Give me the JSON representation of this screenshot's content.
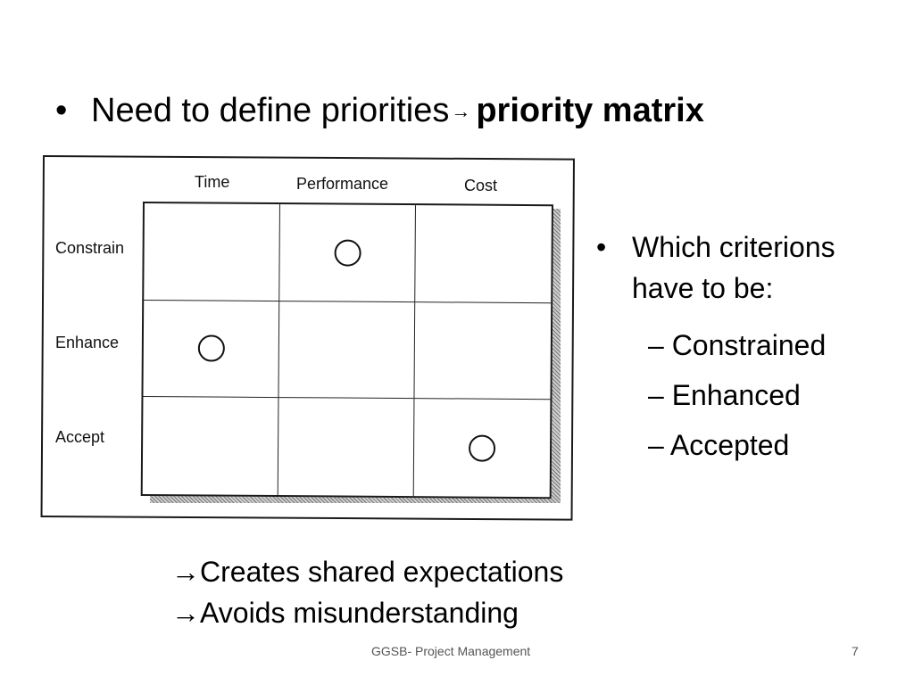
{
  "title": {
    "bullet": "•",
    "text": "Need to define priorities",
    "arrow": "→",
    "emphasis": "priority matrix"
  },
  "matrix": {
    "columns": [
      "Time",
      "Performance",
      "Cost"
    ],
    "rows": [
      "Constrain",
      "Enhance",
      "Accept"
    ],
    "marked_cells": [
      {
        "row": "Constrain",
        "column": "Performance"
      },
      {
        "row": "Enhance",
        "column": "Time"
      },
      {
        "row": "Accept",
        "column": "Cost"
      }
    ]
  },
  "side": {
    "bullet": "•",
    "lead": "Which criterions have to be:",
    "items": [
      "– Constrained",
      "– Enhanced",
      "– Accepted"
    ]
  },
  "conclusions": [
    "→Creates shared expectations",
    "→Avoids misunderstanding"
  ],
  "footer": {
    "center": "GGSB- Project Management",
    "page_number": "7"
  }
}
